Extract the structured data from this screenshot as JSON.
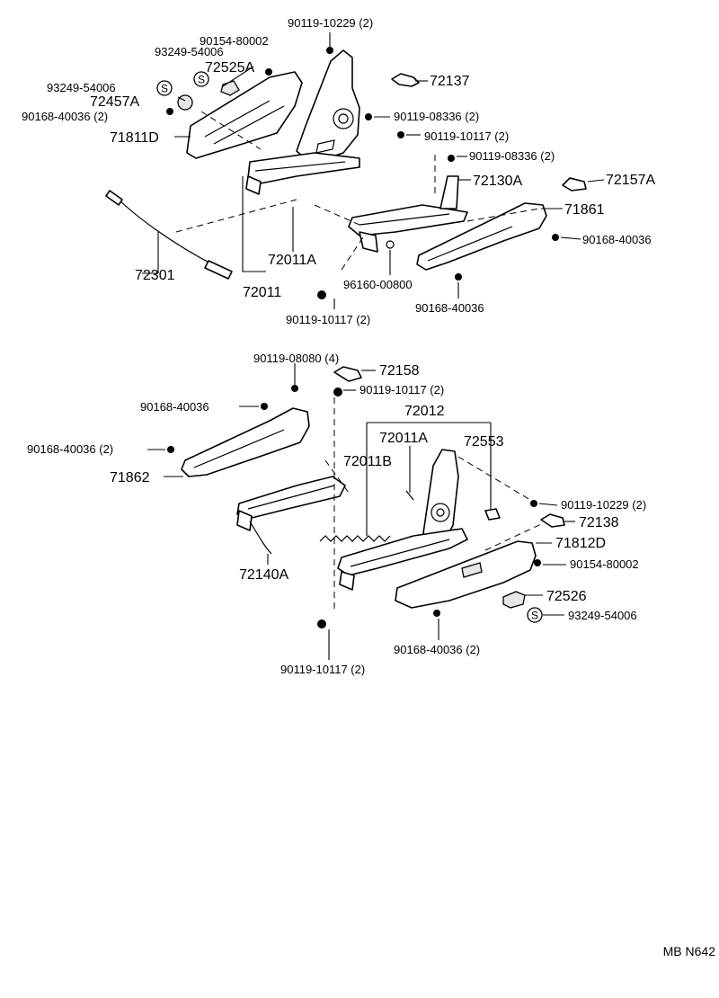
{
  "diagram": {
    "code": "MB N642",
    "labels": {
      "upper": [
        "90119-10229 (2)",
        "90154-80002",
        "93249-54006",
        "72525A",
        "93249-54006",
        "72457A",
        "90168-40036 (2)",
        "71811D",
        "72137",
        "90119-08336 (2)",
        "90119-10117 (2)",
        "90119-08336 (2)",
        "72130A",
        "72157A",
        "71861",
        "90168-40036",
        "72301",
        "72011A",
        "72011",
        "96160-00800",
        "90168-40036",
        "90119-10117 (2)"
      ],
      "lower": [
        "90119-08080 (4)",
        "72158",
        "90119-10117 (2)",
        "90168-40036",
        "72012",
        "72011A",
        "72553",
        "90168-40036 (2)",
        "72011B",
        "71862",
        "90119-10229 (2)",
        "72138",
        "71812D",
        "90154-80002",
        "72140A",
        "72526",
        "93249-54006",
        "90168-40036 (2)",
        "90119-10117 (2)"
      ]
    },
    "symbol": "S"
  }
}
